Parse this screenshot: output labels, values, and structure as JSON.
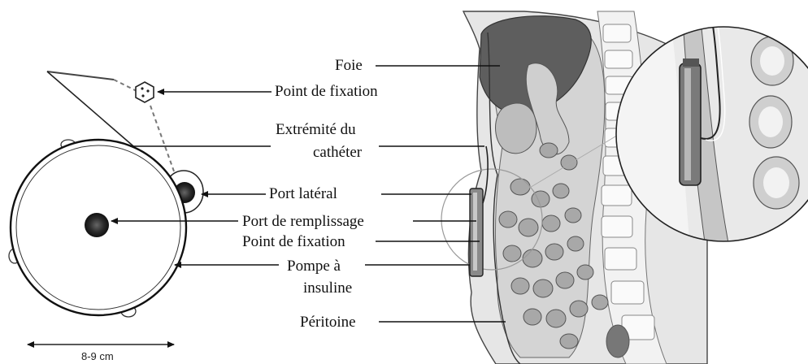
{
  "labels": {
    "foie": "Foie",
    "fixation_top": "Point de fixation",
    "catheter_line1": "Extrémité du",
    "catheter_line2": "cathéter",
    "port_lateral": "Port latéral",
    "port_remplissage": "Port de remplissage",
    "fixation_bottom": "Point de fixation",
    "pompe_line1": "Pompe à",
    "pompe_line2": "insuline",
    "peritoine": "Péritoine"
  },
  "scale": {
    "text": "8-9 cm"
  },
  "colors": {
    "ink": "#111111",
    "liver": "#5e5e5e",
    "tissue": "#d8d8d8",
    "organ": "#9a9a9a",
    "background": "#ffffff"
  }
}
